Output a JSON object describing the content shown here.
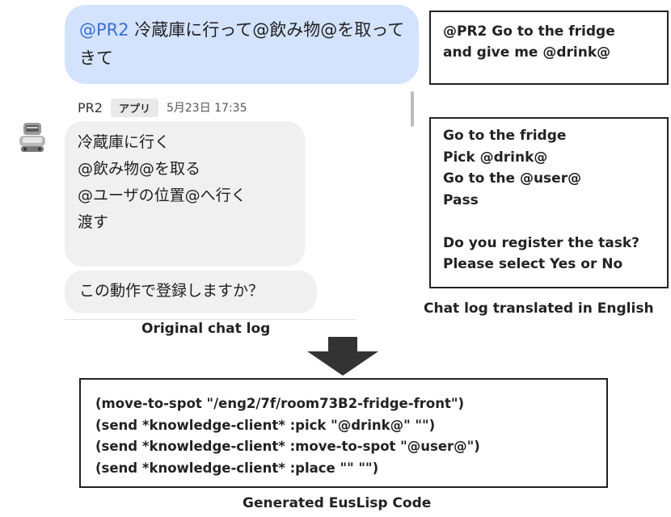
{
  "original_chat": {
    "user_message": {
      "mention": "@PR2",
      "text": " 冷蔵庫に行って@飲み物@を取ってきて"
    },
    "bot_header": {
      "sender": "PR2",
      "badge": "アプリ",
      "timestamp": "5月23日 17:35"
    },
    "bot_message_lines": [
      "冷蔵庫に行く",
      "@飲み物@を取る",
      "@ユーザの位置@へ行く",
      "渡す"
    ],
    "confirm_message": "この動作で登録しますか？",
    "caption": "Original chat log"
  },
  "translation": {
    "request_lines": [
      "@PR2 Go to the fridge",
      "and give me @drink@"
    ],
    "response_lines": [
      "Go to the fridge",
      "Pick @drink@",
      "Go to the @user@",
      "Pass",
      "",
      "Do you register the task?",
      "Please select Yes or No"
    ],
    "caption": "Chat log translated in English"
  },
  "generated_code": {
    "lines": [
      "(move-to-spot \"/eng2/7f/room73B2-fridge-front\")",
      "(send *knowledge-client* :pick \"@drink@\" \"\")",
      "(send *knowledge-client* :move-to-spot \"@user@\")",
      "(send *knowledge-client* :place \"\" \"\")"
    ],
    "caption": "Generated EusLisp Code"
  },
  "colors": {
    "user_bubble": "#d3e3fd",
    "mention": "#3b6fd6",
    "bot_bubble": "#f0f0f0",
    "box_border": "#222222"
  },
  "icons": {
    "avatar": "robot-avatar-icon",
    "arrow": "down-arrow-icon"
  }
}
